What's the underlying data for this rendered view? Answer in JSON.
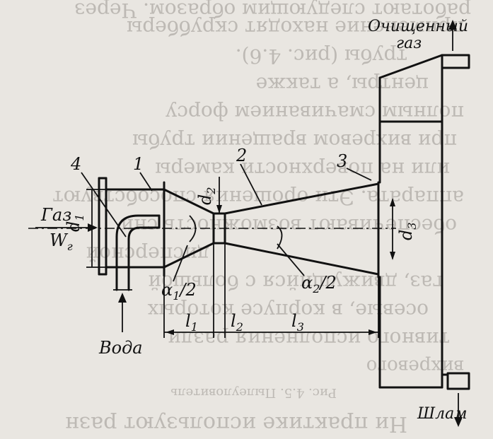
{
  "labels": {
    "clean_gas": [
      "Очищенный",
      "газ"
    ],
    "gas": "Газ",
    "velocity": "W",
    "velocity_sub": "г",
    "water": "Вода",
    "sludge": "Шлам",
    "part1": "1",
    "part2": "2",
    "part3": "3",
    "part4": "4",
    "d1": "d",
    "d1_sub": "1",
    "d2": "d",
    "d2_sub": "2",
    "d3": "d",
    "d3_sub": "3",
    "alpha1": "α",
    "alpha1_sub": "1",
    "alpha1_tail": "/2",
    "alpha2": "α",
    "alpha2_sub": "2",
    "alpha2_tail": "/2",
    "l1": "l",
    "l1_sub": "1",
    "l2": "l",
    "l2_sub": "2",
    "l3": "l",
    "l3_sub": "3"
  },
  "bleed_text": [
    "Ни практике используют разн",
    "Рис. 4.5. Пылеуловитель",
    "вихревого",
    "тивного исполнения разли",
    "осевые, в корпусе которых",
    "газ, движущийся с большой",
    "дисперсной",
    "обеспечивают возможность сни",
    "аппарата. Эти орошения способствуют",
    "или на поверхности камеры",
    "при вихревом вращении трубы",
    "полным смачиванием форсу",
    "центры, а также",
    "трубы (рис. 4.6).",
    "применение находят скрубберы",
    "работают следующим образом. Через"
  ]
}
